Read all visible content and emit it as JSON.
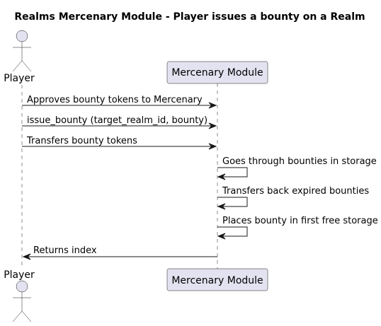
{
  "diagram": {
    "title": "Realms Mercenary Module - Player issues a bounty on a Realm",
    "participants": {
      "player": {
        "label": "Player",
        "kind": "actor"
      },
      "module": {
        "label": "Mercenary Module",
        "kind": "participant"
      }
    },
    "messages": [
      {
        "from": "player",
        "to": "module",
        "label": "Approves bounty tokens to Mercenary"
      },
      {
        "from": "player",
        "to": "module",
        "label": "issue_bounty (target_realm_id, bounty)"
      },
      {
        "from": "player",
        "to": "module",
        "label": "Transfers bounty tokens"
      },
      {
        "from": "module",
        "to": "module",
        "label": "Goes through bounties in storage"
      },
      {
        "from": "module",
        "to": "module",
        "label": "Transfers back expired bounties"
      },
      {
        "from": "module",
        "to": "module",
        "label": "Places bounty in first free storage"
      },
      {
        "from": "module",
        "to": "player",
        "label": "Returns index"
      }
    ],
    "colors": {
      "participant_fill": "#E2E2F0",
      "line": "#181818"
    }
  }
}
